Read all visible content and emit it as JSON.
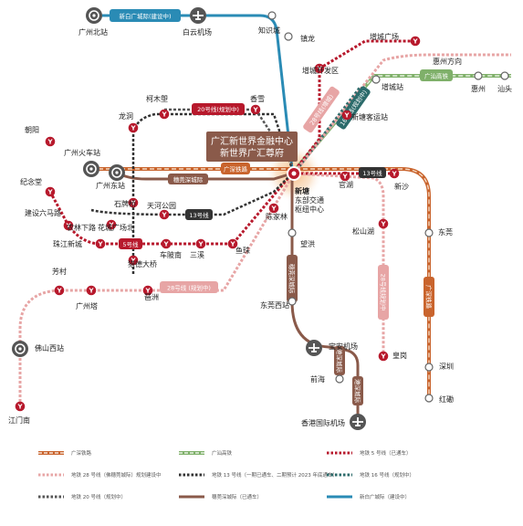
{
  "title": {
    "line1": "广汇新世界金融中心",
    "line2": "新世界广汇尊府"
  },
  "hub": {
    "name": "新塘",
    "sub1": "东部交通",
    "sub2": "枢纽中心"
  },
  "stations": {
    "guangzhou_north": "广州北站",
    "baiyun_airport": "白云机场",
    "zhixian_cheng": "知识城",
    "zhenlong": "镇龙",
    "zengcheng_square": "增城广场",
    "huizhou_dir": "惠州方向",
    "zengcheng_dev": "增城开发区",
    "zengcheng_stn": "增城站",
    "huizhou": "惠州",
    "shantou": "汕头",
    "xintang_passenger": "新塘客运站",
    "chaoyang": "朝阳",
    "jinian_tang": "纪念堂",
    "jianshe_6": "建设六马路",
    "guangzhou_rail": "广州火车站",
    "guangzhou_east": "广州东站",
    "nonglin_xia": "农林下路",
    "huacheng_square": "花城广场北",
    "zhujiang_xincheng": "珠江新城",
    "shipaiqiao": "石牌桥",
    "tianhe_park": "天河公园",
    "chebei_nan": "车陂南",
    "sanxi": "三溪",
    "yuzhu": "鱼珠",
    "pazhou": "琶洲",
    "liede_bridge": "猎德大桥",
    "mumuyu": "柯木塱",
    "longdong": "龙洞",
    "xiangxue": "香雪",
    "chenjialin": "陈家林",
    "guanhu": "官湖",
    "xinsha": "新沙",
    "wanghong": "望洪",
    "songshanhu": "松山湖",
    "dongguan": "东莞",
    "dongguan_west": "东莞西站",
    "fangcun": "芳村",
    "canton_tower": "广州塔",
    "foshan_west": "佛山西站",
    "jiangmen_south": "江门南",
    "baoan_airport": "宝安机场",
    "qianhai": "前海",
    "huanggang": "皇岗",
    "shenzhen": "深圳",
    "hongkan": "红磡",
    "hk_airport": "香港国际机场"
  },
  "line_labels": {
    "xinbaiguang": "新白广城际(建设中)",
    "line20": "20号线(规划中)",
    "line13_a": "13号线",
    "line13_b": "13号线",
    "line5": "5号线",
    "line28": "28号线 (规划中)",
    "guanshen_rail": "广深铁路",
    "guanshan_rail": "广汕高铁",
    "suiguanshen": "穗莞深城际",
    "line16": "16号线(规划中)",
    "line28_vert": "28号线规划中",
    "guanshen_vert": "广深铁路",
    "suiguanshen_vert": "穗莞深城际",
    "zengcheng_line": "28号线(增城)",
    "gangshen_a": "港深城际",
    "gangshen_b": "港深城际"
  },
  "legend": [
    {
      "label": "广深铁路",
      "color": "#c9642d",
      "style": "rail-orange"
    },
    {
      "label": "广汕高铁",
      "color": "#7fb06a",
      "style": "rail-green"
    },
    {
      "label": "地铁 5 号线（已通车）",
      "color": "#b7192c",
      "style": "dots-red"
    },
    {
      "label": "地铁 28 号线（佛穗莞城际）规划建设中",
      "color": "#e7a5a5",
      "style": "dots-pink"
    },
    {
      "label": "地铁 13 号线（一期已通车、二期预计 2023 年底通车）",
      "color": "#333333",
      "style": "dots-black"
    },
    {
      "label": "地铁 16 号线（规划中）",
      "color": "#2c6b6b",
      "style": "dots-teal"
    },
    {
      "label": "地铁 20 号线（规划中）",
      "color": "#555555",
      "style": "dots-grey"
    },
    {
      "label": "穗莞深城际（已通车）",
      "color": "#8a5a4a",
      "style": "solid-brown"
    },
    {
      "label": "新白广城际（建设中）",
      "color": "#2a8bb5",
      "style": "solid-blue"
    }
  ],
  "colors": {
    "blue": "#2a8bb5",
    "brown": "#8a5a4a",
    "rail_orange": "#c9642d",
    "rail_green": "#7fb06a",
    "metro_red": "#b7192c",
    "metro_pink": "#e7a5a5",
    "metro_black": "#333333",
    "metro_teal": "#2c6b6b",
    "hub_glow": "#f3c99a"
  }
}
